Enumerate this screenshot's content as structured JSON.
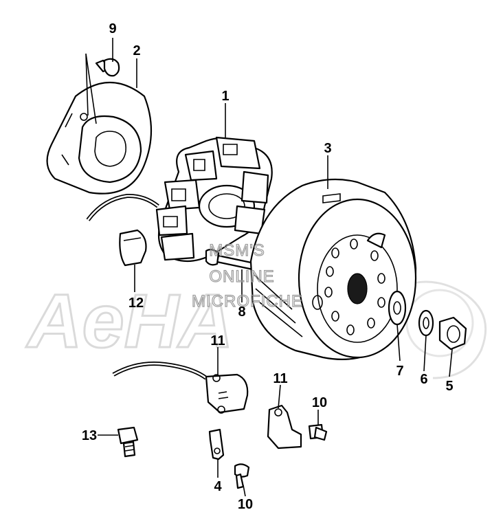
{
  "watermark": {
    "lines": [
      "MSM'S",
      "ONLINE",
      "MICROFICHE"
    ],
    "logo_text": "AeHA"
  },
  "callouts": [
    {
      "id": "c1",
      "label": "1"
    },
    {
      "id": "c2",
      "label": "2"
    },
    {
      "id": "c3",
      "label": "3"
    },
    {
      "id": "c4",
      "label": "4"
    },
    {
      "id": "c5",
      "label": "5"
    },
    {
      "id": "c6",
      "label": "6"
    },
    {
      "id": "c7",
      "label": "7"
    },
    {
      "id": "c8",
      "label": "8"
    },
    {
      "id": "c9",
      "label": "9"
    },
    {
      "id": "c10a",
      "label": "10"
    },
    {
      "id": "c10b",
      "label": "10"
    },
    {
      "id": "c11",
      "label": "11"
    },
    {
      "id": "c12",
      "label": "12"
    },
    {
      "id": "c13",
      "label": "13"
    },
    {
      "id": "c14",
      "label": "14"
    }
  ]
}
